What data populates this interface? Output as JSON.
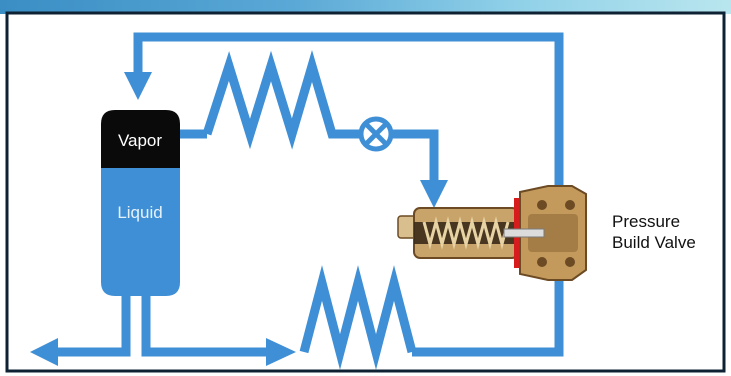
{
  "labels": {
    "vapor": "Vapor",
    "liquid": "Liquid",
    "valve_line1": "Pressure",
    "valve_line2": "Build Valve"
  },
  "colors": {
    "pipe": "#3f8fd6",
    "vapor_fill": "#0a0a0a",
    "liquid_fill": "#3f8fd6",
    "frame": "#0e2233",
    "valve_brass": "#c9a46a",
    "valve_dark": "#6b4a24",
    "spring_red": "#d61c1c"
  },
  "icons": {
    "valve_symbol": "circle-x-valve-icon",
    "arrow": "arrowhead-icon",
    "coil": "heat-exchanger-coil-icon"
  }
}
